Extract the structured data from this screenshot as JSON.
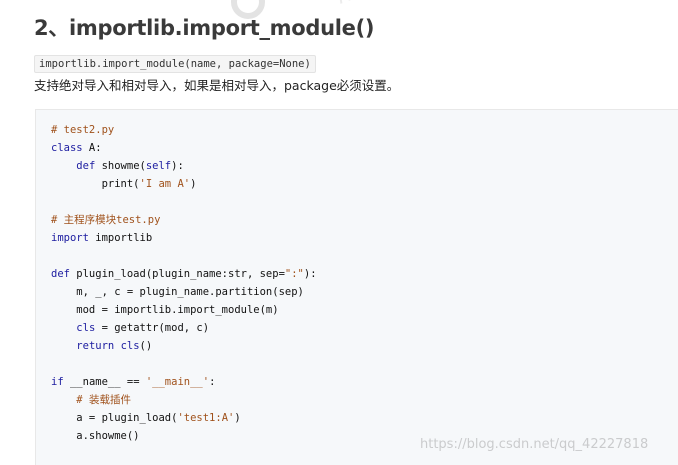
{
  "heading": "2、importlib.import_module()",
  "signature": "importlib.import_module(name, package=None)",
  "description": "支持绝对导入和相对导入，如果是相对导入，package必须设置。",
  "code_lines": [
    [
      {
        "c": "cm",
        "t": "# test2.py"
      }
    ],
    [
      {
        "c": "kw",
        "t": "class"
      },
      {
        "c": "",
        "t": " A:"
      }
    ],
    [
      {
        "c": "",
        "t": "    "
      },
      {
        "c": "kw",
        "t": "def"
      },
      {
        "c": "",
        "t": " showme("
      },
      {
        "c": "sf",
        "t": "self"
      },
      {
        "c": "",
        "t": "):"
      }
    ],
    [
      {
        "c": "",
        "t": "        print("
      },
      {
        "c": "st",
        "t": "'I am A'"
      },
      {
        "c": "",
        "t": ")"
      }
    ],
    [],
    [
      {
        "c": "cm",
        "t": "# 主程序模块test.py"
      }
    ],
    [
      {
        "c": "kw",
        "t": "import"
      },
      {
        "c": "",
        "t": " importlib"
      }
    ],
    [],
    [
      {
        "c": "kw",
        "t": "def"
      },
      {
        "c": "",
        "t": " plugin_load(plugin_name:str, sep="
      },
      {
        "c": "st",
        "t": "\":\""
      },
      {
        "c": "",
        "t": "):"
      }
    ],
    [
      {
        "c": "",
        "t": "    m, _, c = plugin_name.partition(sep)"
      }
    ],
    [
      {
        "c": "",
        "t": "    mod = importlib.import_module(m)"
      }
    ],
    [
      {
        "c": "",
        "t": "    "
      },
      {
        "c": "sf",
        "t": "cls"
      },
      {
        "c": "",
        "t": " = getattr(mod, c)"
      }
    ],
    [
      {
        "c": "",
        "t": "    "
      },
      {
        "c": "kw",
        "t": "return"
      },
      {
        "c": "",
        "t": " "
      },
      {
        "c": "sf",
        "t": "cls"
      },
      {
        "c": "",
        "t": "()"
      }
    ],
    [],
    [
      {
        "c": "kw",
        "t": "if"
      },
      {
        "c": "",
        "t": " __name__ == "
      },
      {
        "c": "st",
        "t": "'__main__'"
      },
      {
        "c": "",
        "t": ":"
      }
    ],
    [
      {
        "c": "",
        "t": "    "
      },
      {
        "c": "cm",
        "t": "# 装载插件"
      }
    ],
    [
      {
        "c": "",
        "t": "    a = plugin_load("
      },
      {
        "c": "st",
        "t": "'test1:A'"
      },
      {
        "c": "",
        "t": ")"
      }
    ],
    [
      {
        "c": "",
        "t": "    a.showme()"
      }
    ]
  ],
  "watermark": "https://blog.csdn.net/qq_42227818"
}
